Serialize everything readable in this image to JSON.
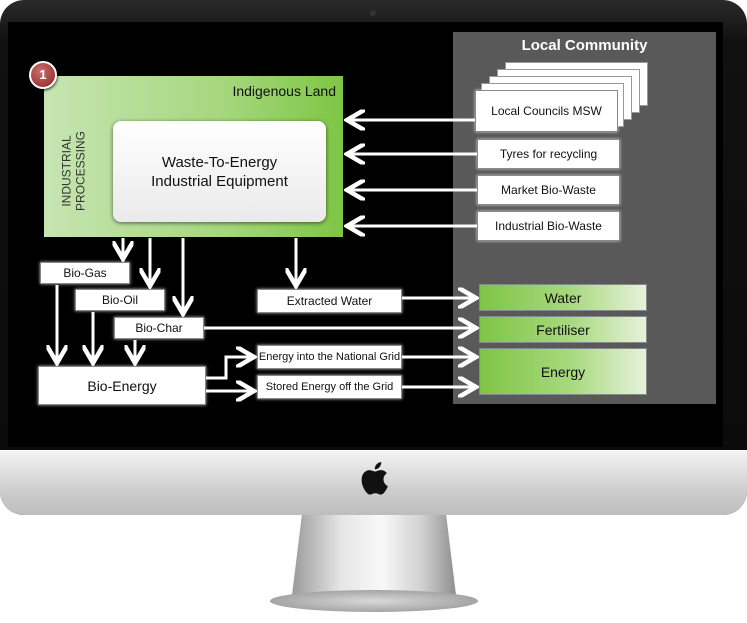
{
  "diagram": {
    "badge": "1",
    "community_title": "Local Community",
    "land_title": "Indigenous Land",
    "processing_label_line1": "INDUSTRIAL",
    "processing_label_line2": "PROCESSING",
    "equipment_line1": "Waste-To-Energy",
    "equipment_line2": "Industrial Equipment",
    "sources": [
      "Local Councils MSW",
      "Tyres for recycling",
      "Market Bio-Waste",
      "Industrial Bio-Waste"
    ],
    "products": {
      "bio_gas": "Bio-Gas",
      "bio_oil": "Bio-Oil",
      "bio_char": "Bio-Char",
      "bio_energy": "Bio-Energy",
      "extracted_water": "Extracted Water",
      "energy_grid": "Energy into the National Grid",
      "stored_energy": "Stored Energy off the Grid"
    },
    "outputs": [
      "Water",
      "Fertiliser",
      "Energy"
    ]
  },
  "colors": {
    "screen": "#000000",
    "community_panel": "#595959",
    "green_accent": "#7fc545",
    "badge": "#8e2222"
  },
  "device": {
    "logo_icon": "apple-logo-icon"
  }
}
